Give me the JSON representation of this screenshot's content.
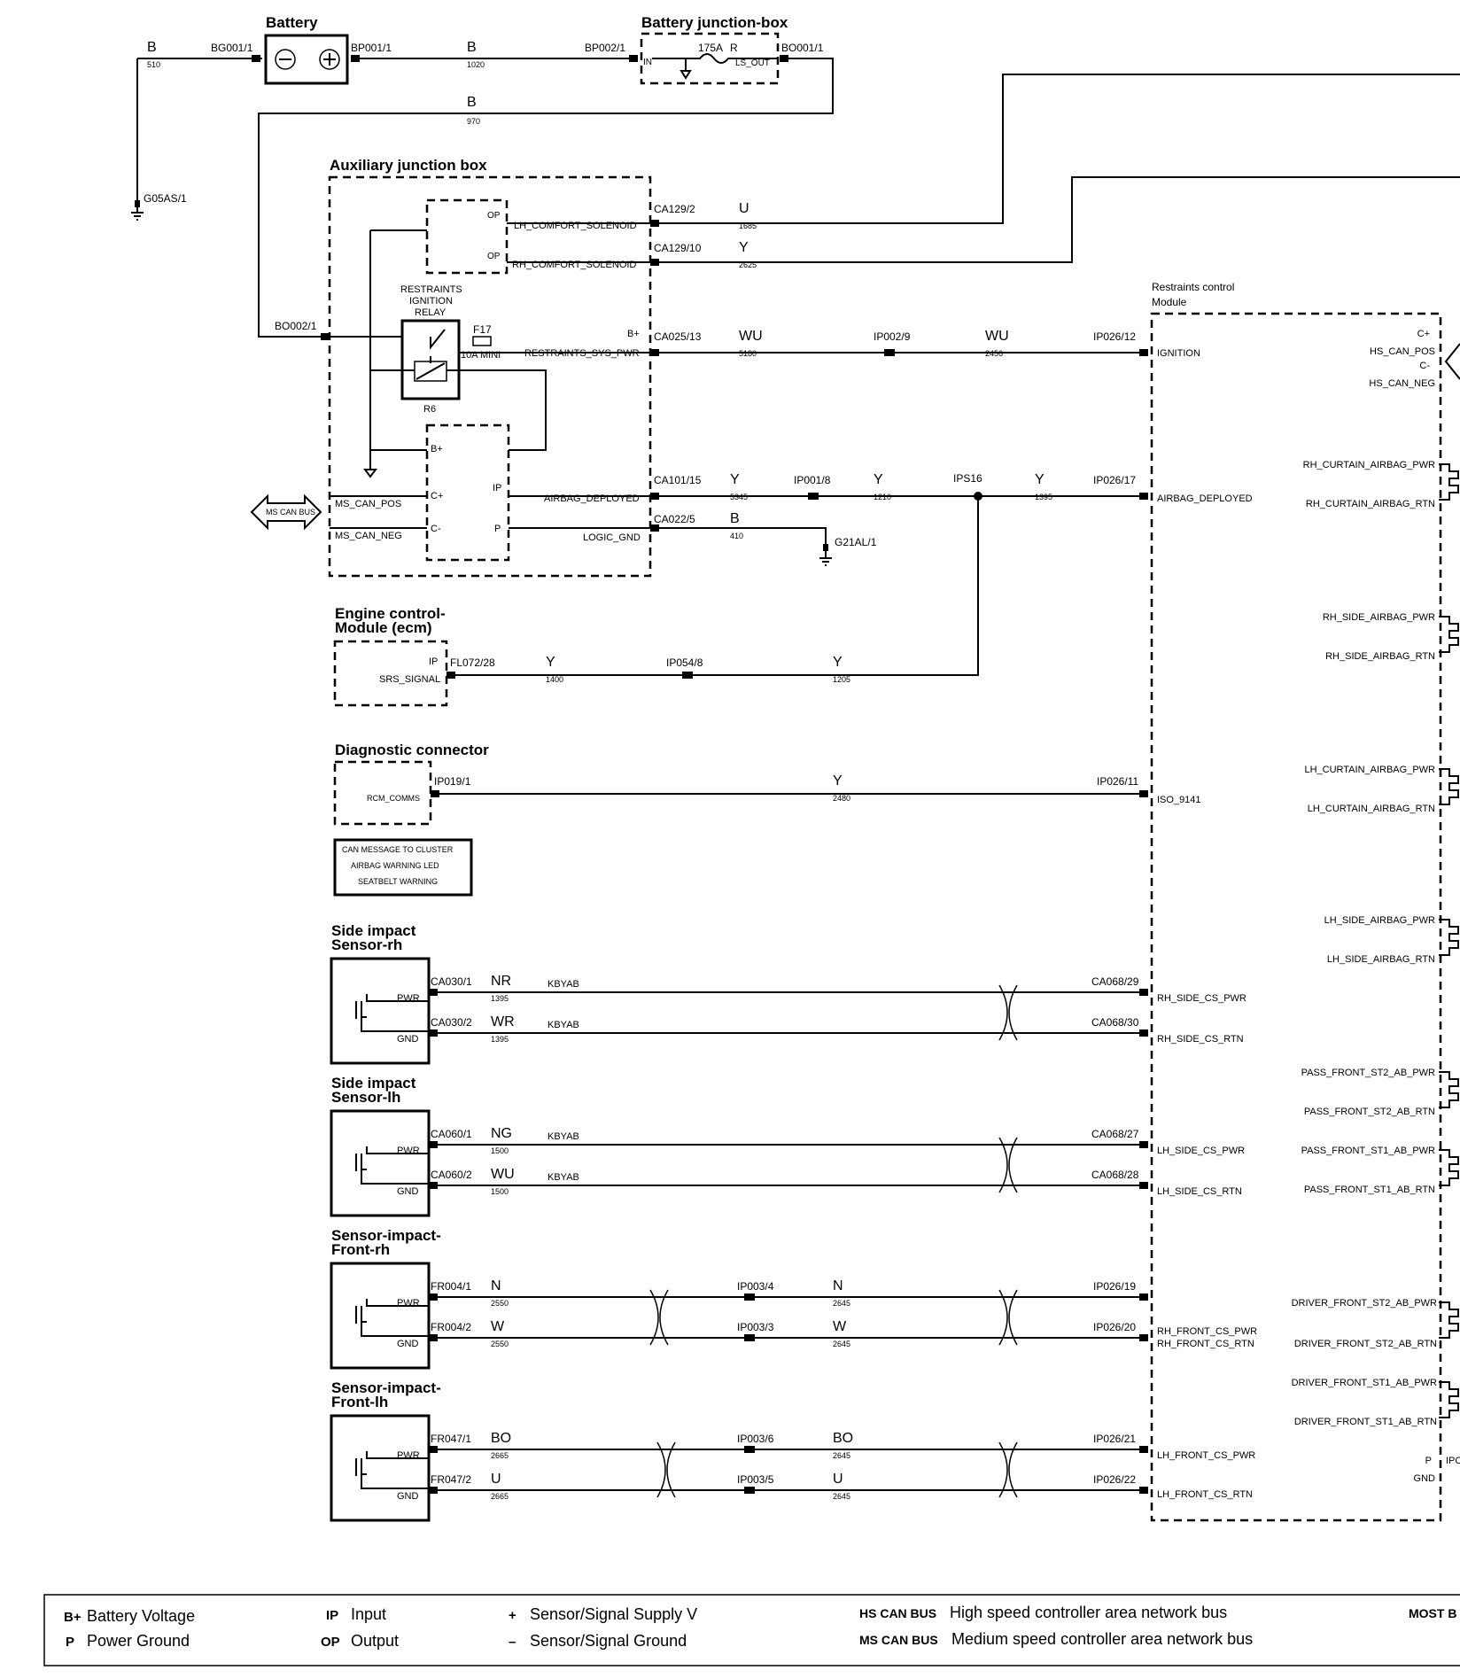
{
  "legend": {
    "items": [
      {
        "key": "B+",
        "text": "Battery Voltage"
      },
      {
        "key": "P",
        "text": "Power Ground"
      },
      {
        "key": "IP",
        "text": "Input"
      },
      {
        "key": "OP",
        "text": "Output"
      },
      {
        "key": "+",
        "text": "Sensor/Signal Supply V"
      },
      {
        "key": "–",
        "text": "Sensor/Signal Ground"
      },
      {
        "key": "HS CAN BUS",
        "text": "High speed controller area network bus"
      },
      {
        "key": "MS CAN BUS",
        "text": "Medium speed controller area network bus"
      },
      {
        "key": "MOST B",
        "text": ""
      }
    ]
  },
  "components": {
    "battery": "Battery",
    "battery_jbox": "Battery junction-box",
    "aux_jbox": "Auxiliary junction box",
    "relay_label": [
      "RESTRAINTS",
      "IGNITION",
      "RELAY"
    ],
    "relay_id": "R6",
    "fuse_id": "F17",
    "fuse_rating": "10A MINI",
    "bj_fuse": "175A",
    "bj_r": "R",
    "bj_in": "IN",
    "bj_out": "LS_OUT",
    "rcm": [
      "Restraints control",
      "Module"
    ],
    "ecm": [
      "Engine control-",
      "Module (ecm)"
    ],
    "diag": "Diagnostic connector",
    "can_note": [
      "CAN MESSAGE TO CLUSTER",
      "AIRBAG WARNING LED",
      "SEATBELT WARNING"
    ],
    "ms_can_bus": "MS CAN BUS",
    "sensor_titles": [
      [
        "Side impact",
        "Sensor-rh"
      ],
      [
        "Side impact",
        "Sensor-lh"
      ],
      [
        "Sensor-impact-",
        "Front-rh"
      ],
      [
        "Sensor-impact-",
        "Front-lh"
      ]
    ],
    "pwr": "PWR",
    "gnd": "GND"
  },
  "pins": {
    "op1": "OP",
    "op2": "OP",
    "lh_comfort": "LH_COMFORT_SOLENOID",
    "rh_comfort": "RH_COMFORT_SOLENOID",
    "bplus": "B+",
    "restraints_sys_pwr": "RESTRAINTS_SYS_PWR",
    "bplus2": "B+",
    "cplus": "C+",
    "cminus": "C-",
    "ip": "IP",
    "p": "P",
    "airbag_deployed": "AIRBAG_DEPLOYED",
    "logic_gnd": "LOGIC_GND",
    "ms_can_pos": "MS_CAN_POS",
    "ms_can_neg": "MS_CAN_NEG",
    "ecm_ip": "IP",
    "srs_signal": "SRS_SIGNAL",
    "rcm_comms": "RCM_COMMS",
    "rcm_left": [
      "IGNITION",
      "AIRBAG_DEPLOYED",
      "ISO_9141",
      "RH_SIDE_CS_PWR",
      "RH_SIDE_CS_RTN",
      "LH_SIDE_CS_PWR",
      "LH_SIDE_CS_RTN",
      "RH_FRONT_CS_PWR",
      "RH_FRONT_CS_RTN",
      "LH_FRONT_CS_PWR",
      "LH_FRONT_CS_RTN"
    ],
    "rcm_right": [
      "C+",
      "HS_CAN_POS",
      "C-",
      "HS_CAN_NEG",
      "RH_CURTAIN_AIRBAG_PWR",
      "RH_CURTAIN_AIRBAG_RTN",
      "RH_SIDE_AIRBAG_PWR",
      "RH_SIDE_AIRBAG_RTN",
      "LH_CURTAIN_AIRBAG_PWR",
      "LH_CURTAIN_AIRBAG_RTN",
      "LH_SIDE_AIRBAG_PWR",
      "LH_SIDE_AIRBAG_RTN",
      "PASS_FRONT_ST2_AB_PWR",
      "PASS_FRONT_ST2_AB_RTN",
      "PASS_FRONT_ST1_AB_PWR",
      "PASS_FRONT_ST1_AB_RTN",
      "DRIVER_FRONT_ST2_AB_PWR",
      "DRIVER_FRONT_ST2_AB_RTN",
      "DRIVER_FRONT_ST1_AB_PWR",
      "DRIVER_FRONT_ST1_AB_RTN",
      "P",
      "GND"
    ]
  },
  "connectors": {
    "bg001": "BG001/1",
    "bp001": "BP001/1",
    "bp002": "BP002/1",
    "bo001": "BO001/1",
    "g05as": "G05AS/1",
    "bo002": "BO002/1",
    "ca129_2": "CA129/2",
    "ca129_10": "CA129/10",
    "ca025_13": "CA025/13",
    "ca101_15": "CA101/15",
    "ca022_5": "CA022/5",
    "g21al": "G21AL/1",
    "ip002_9": "IP002/9",
    "ip026_12": "IP026/12",
    "ip001_8": "IP001/8",
    "ips16": "IPS16",
    "ip026_17": "IP026/17",
    "fl072_28": "FL072/28",
    "ip054_8": "IP054/8",
    "ip019_1": "IP019/1",
    "ip026_11": "IP026/11",
    "ca030_1": "CA030/1",
    "ca030_2": "CA030/2",
    "ca068_29": "CA068/29",
    "ca068_30": "CA068/30",
    "ca060_1": "CA060/1",
    "ca060_2": "CA060/2",
    "ca068_27": "CA068/27",
    "ca068_28": "CA068/28",
    "fr004_1": "FR004/1",
    "fr004_2": "FR004/2",
    "ip003_4": "IP003/4",
    "ip003_3": "IP003/3",
    "ip026_19": "IP026/19",
    "ip026_20": "IP026/20",
    "fr047_1": "FR047/1",
    "fr047_2": "FR047/2",
    "ip003_6": "IP003/6",
    "ip003_5": "IP003/5",
    "ip026_21": "IP026/21",
    "ip026_22": "IP026/22",
    "ipc": "IPC"
  },
  "wires": {
    "w510": {
      "color": "B",
      "num": "510"
    },
    "w1020": {
      "color": "B",
      "num": "1020"
    },
    "w970": {
      "color": "B",
      "num": "970"
    },
    "w1685": {
      "color": "U",
      "num": "1685"
    },
    "w2625": {
      "color": "Y",
      "num": "2625"
    },
    "w5180": {
      "color": "WU",
      "num": "5180"
    },
    "w2456": {
      "color": "WU",
      "num": "2456"
    },
    "w5345": {
      "color": "Y",
      "num": "5345"
    },
    "w1210": {
      "color": "Y",
      "num": "1210"
    },
    "w1395a": {
      "color": "Y",
      "num": "1395"
    },
    "w410": {
      "color": "B",
      "num": "410"
    },
    "w1400": {
      "color": "Y",
      "num": "1400"
    },
    "w1205": {
      "color": "Y",
      "num": "1205"
    },
    "w2480": {
      "color": "Y",
      "num": "2480"
    },
    "s1a": {
      "color": "NR",
      "num": "1395"
    },
    "s1b": {
      "color": "WR",
      "num": "1395"
    },
    "s2a": {
      "color": "NG",
      "num": "1500"
    },
    "s2b": {
      "color": "WU",
      "num": "1500"
    },
    "s3a": {
      "color": "N",
      "num": "2550"
    },
    "s3b": {
      "color": "W",
      "num": "2550"
    },
    "s3c": {
      "color": "N",
      "num": "2645"
    },
    "s3d": {
      "color": "W",
      "num": "2645"
    },
    "s4a": {
      "color": "BO",
      "num": "2665"
    },
    "s4b": {
      "color": "U",
      "num": "2665"
    },
    "s4c": {
      "color": "BO",
      "num": "2645"
    },
    "s4d": {
      "color": "U",
      "num": "2645"
    },
    "kbyab": "KBYAB"
  }
}
